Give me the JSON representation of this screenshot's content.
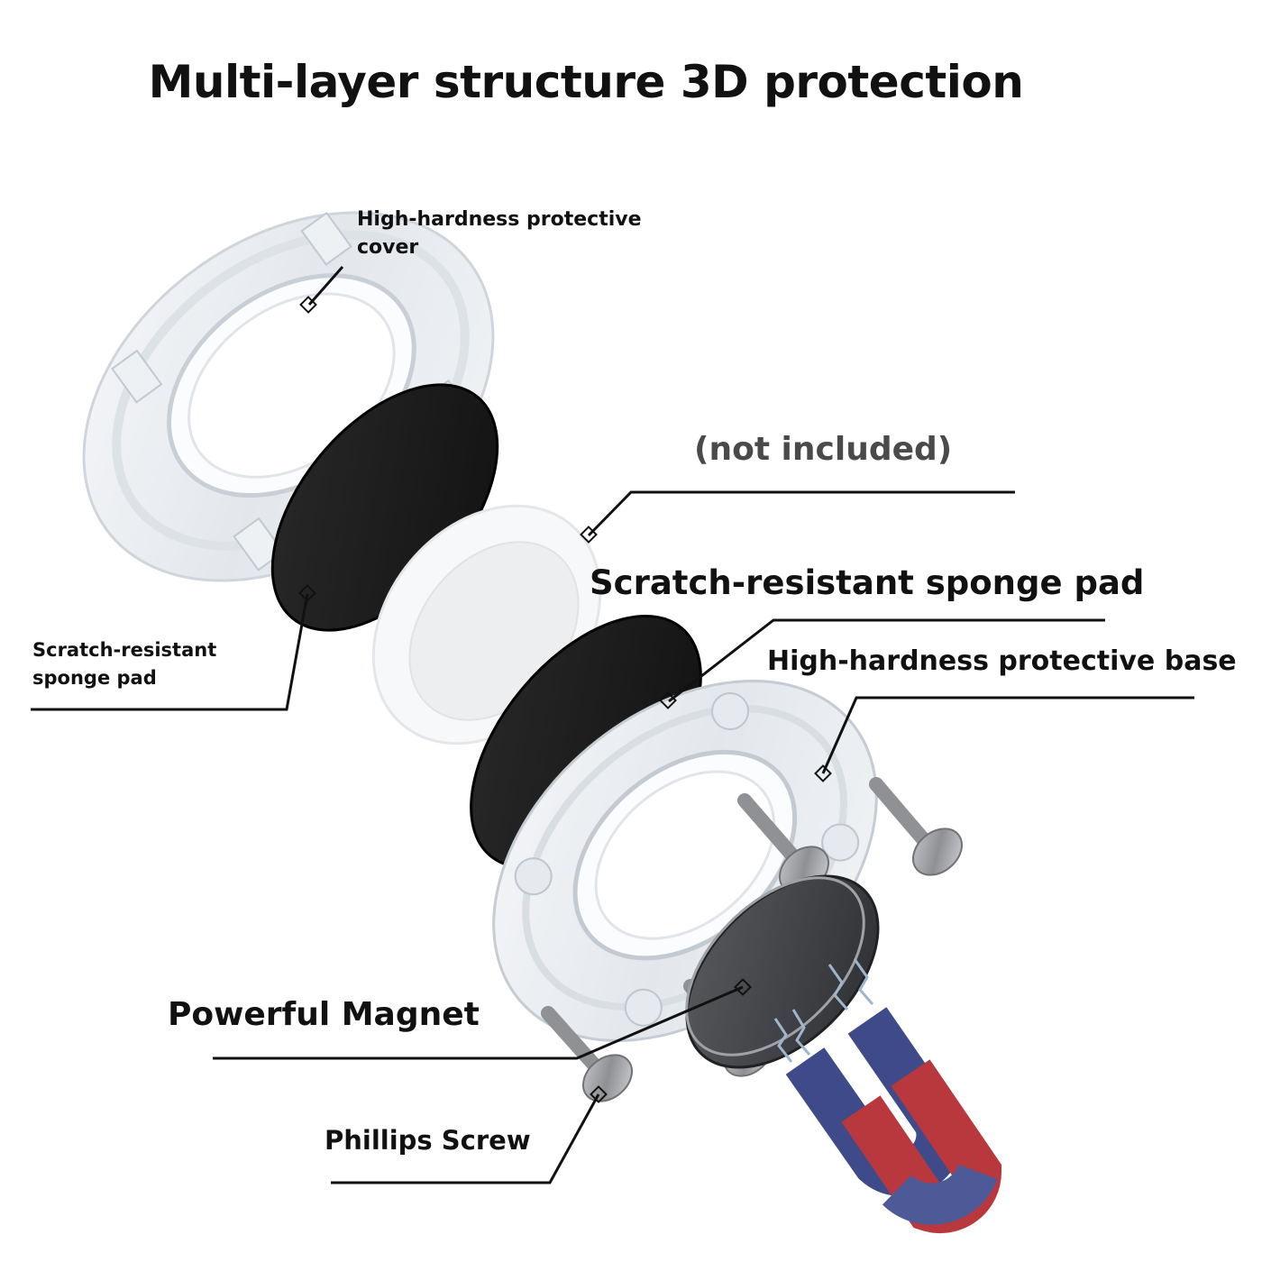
{
  "title": "Multi-layer structure 3D protection",
  "labels": {
    "cover": "High-hardness protective cover",
    "not_included": "(not included)",
    "sponge_right": "Scratch-resistant sponge pad",
    "sponge_left": "Scratch-resistant sponge pad",
    "base": "High-hardness protective base",
    "magnet": "Powerful Magnet",
    "screw": "Phillips Screw"
  },
  "colors": {
    "text": "#111111",
    "muted_text": "#4a4a4a",
    "pad": "#1a1a1a",
    "clear_plastic": "#e6eaee",
    "magnet_blue": "#3e4a8a",
    "magnet_red": "#b8383d",
    "screw": "#9a9ca0"
  }
}
